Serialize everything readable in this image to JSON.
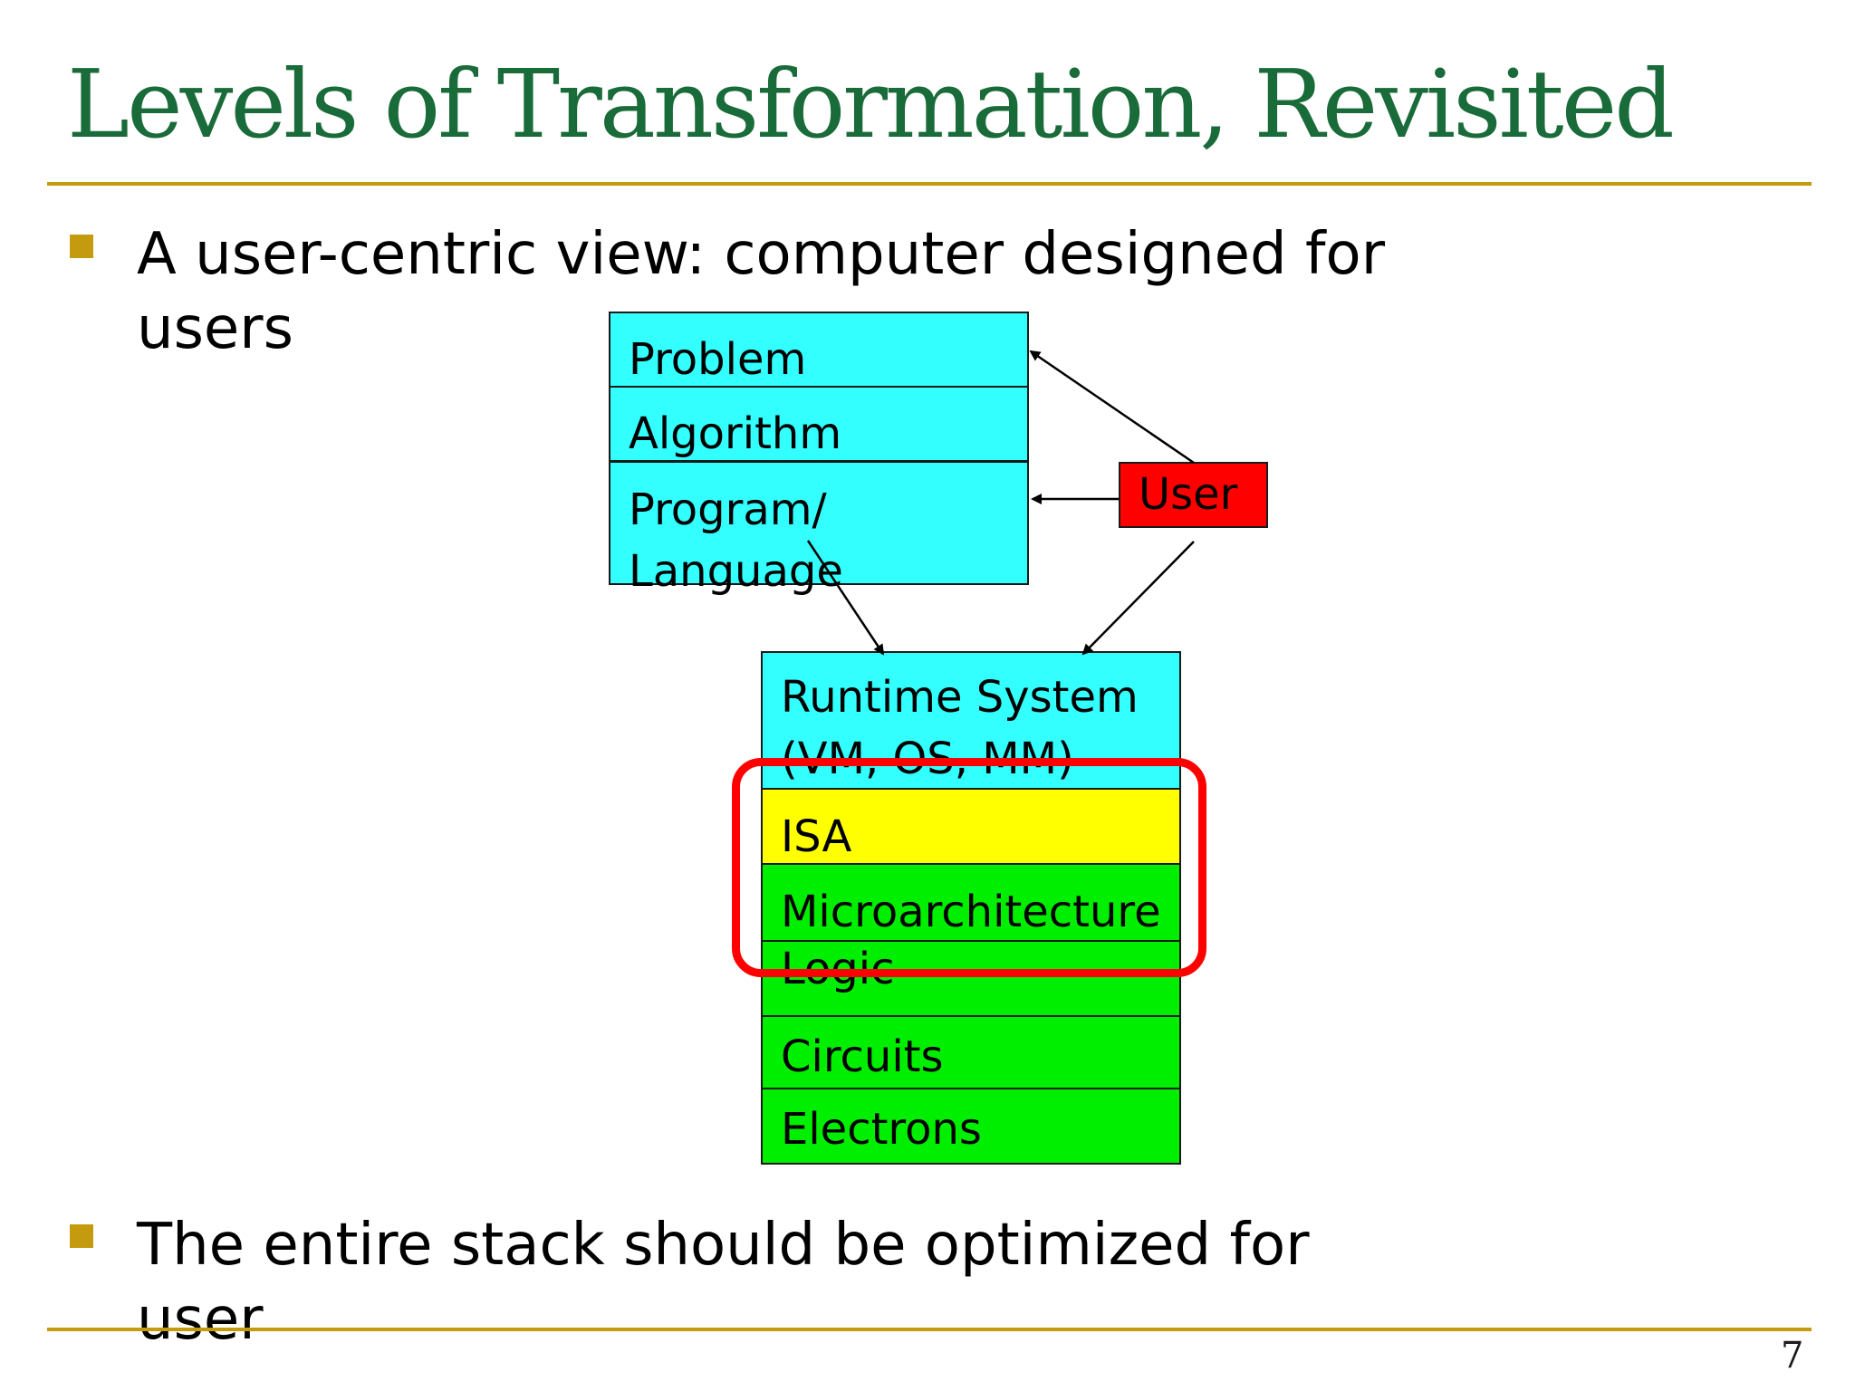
{
  "slide": {
    "title": "Levels of Transformation, Revisited",
    "page_number": "7"
  },
  "bullets": [
    {
      "text": "A user-centric view: computer designed for users"
    },
    {
      "text": "The entire stack should be optimized for user"
    }
  ],
  "diagram": {
    "upper_stack": [
      {
        "label": "Problem",
        "color": "#33ffff"
      },
      {
        "label": "Algorithm",
        "color": "#33ffff"
      },
      {
        "label": "Program/ Language",
        "color": "#33ffff"
      }
    ],
    "lower_stack": [
      {
        "label": "Runtime System (VM, OS, MM)",
        "color": "#33ffff"
      },
      {
        "label": "ISA",
        "color": "#ffff00"
      },
      {
        "label": "Microarchitecture",
        "color": "#00ee00"
      },
      {
        "label": "Logic",
        "color": "#00ee00"
      },
      {
        "label": "Circuits",
        "color": "#00ee00"
      },
      {
        "label": "Electrons",
        "color": "#00ee00"
      }
    ],
    "user_box": {
      "label": "User",
      "color": "#ff0000"
    },
    "highlight_color": "#ff0000"
  },
  "colors": {
    "title": "#1a6b3a",
    "accent_rule": "#c49a0f"
  }
}
